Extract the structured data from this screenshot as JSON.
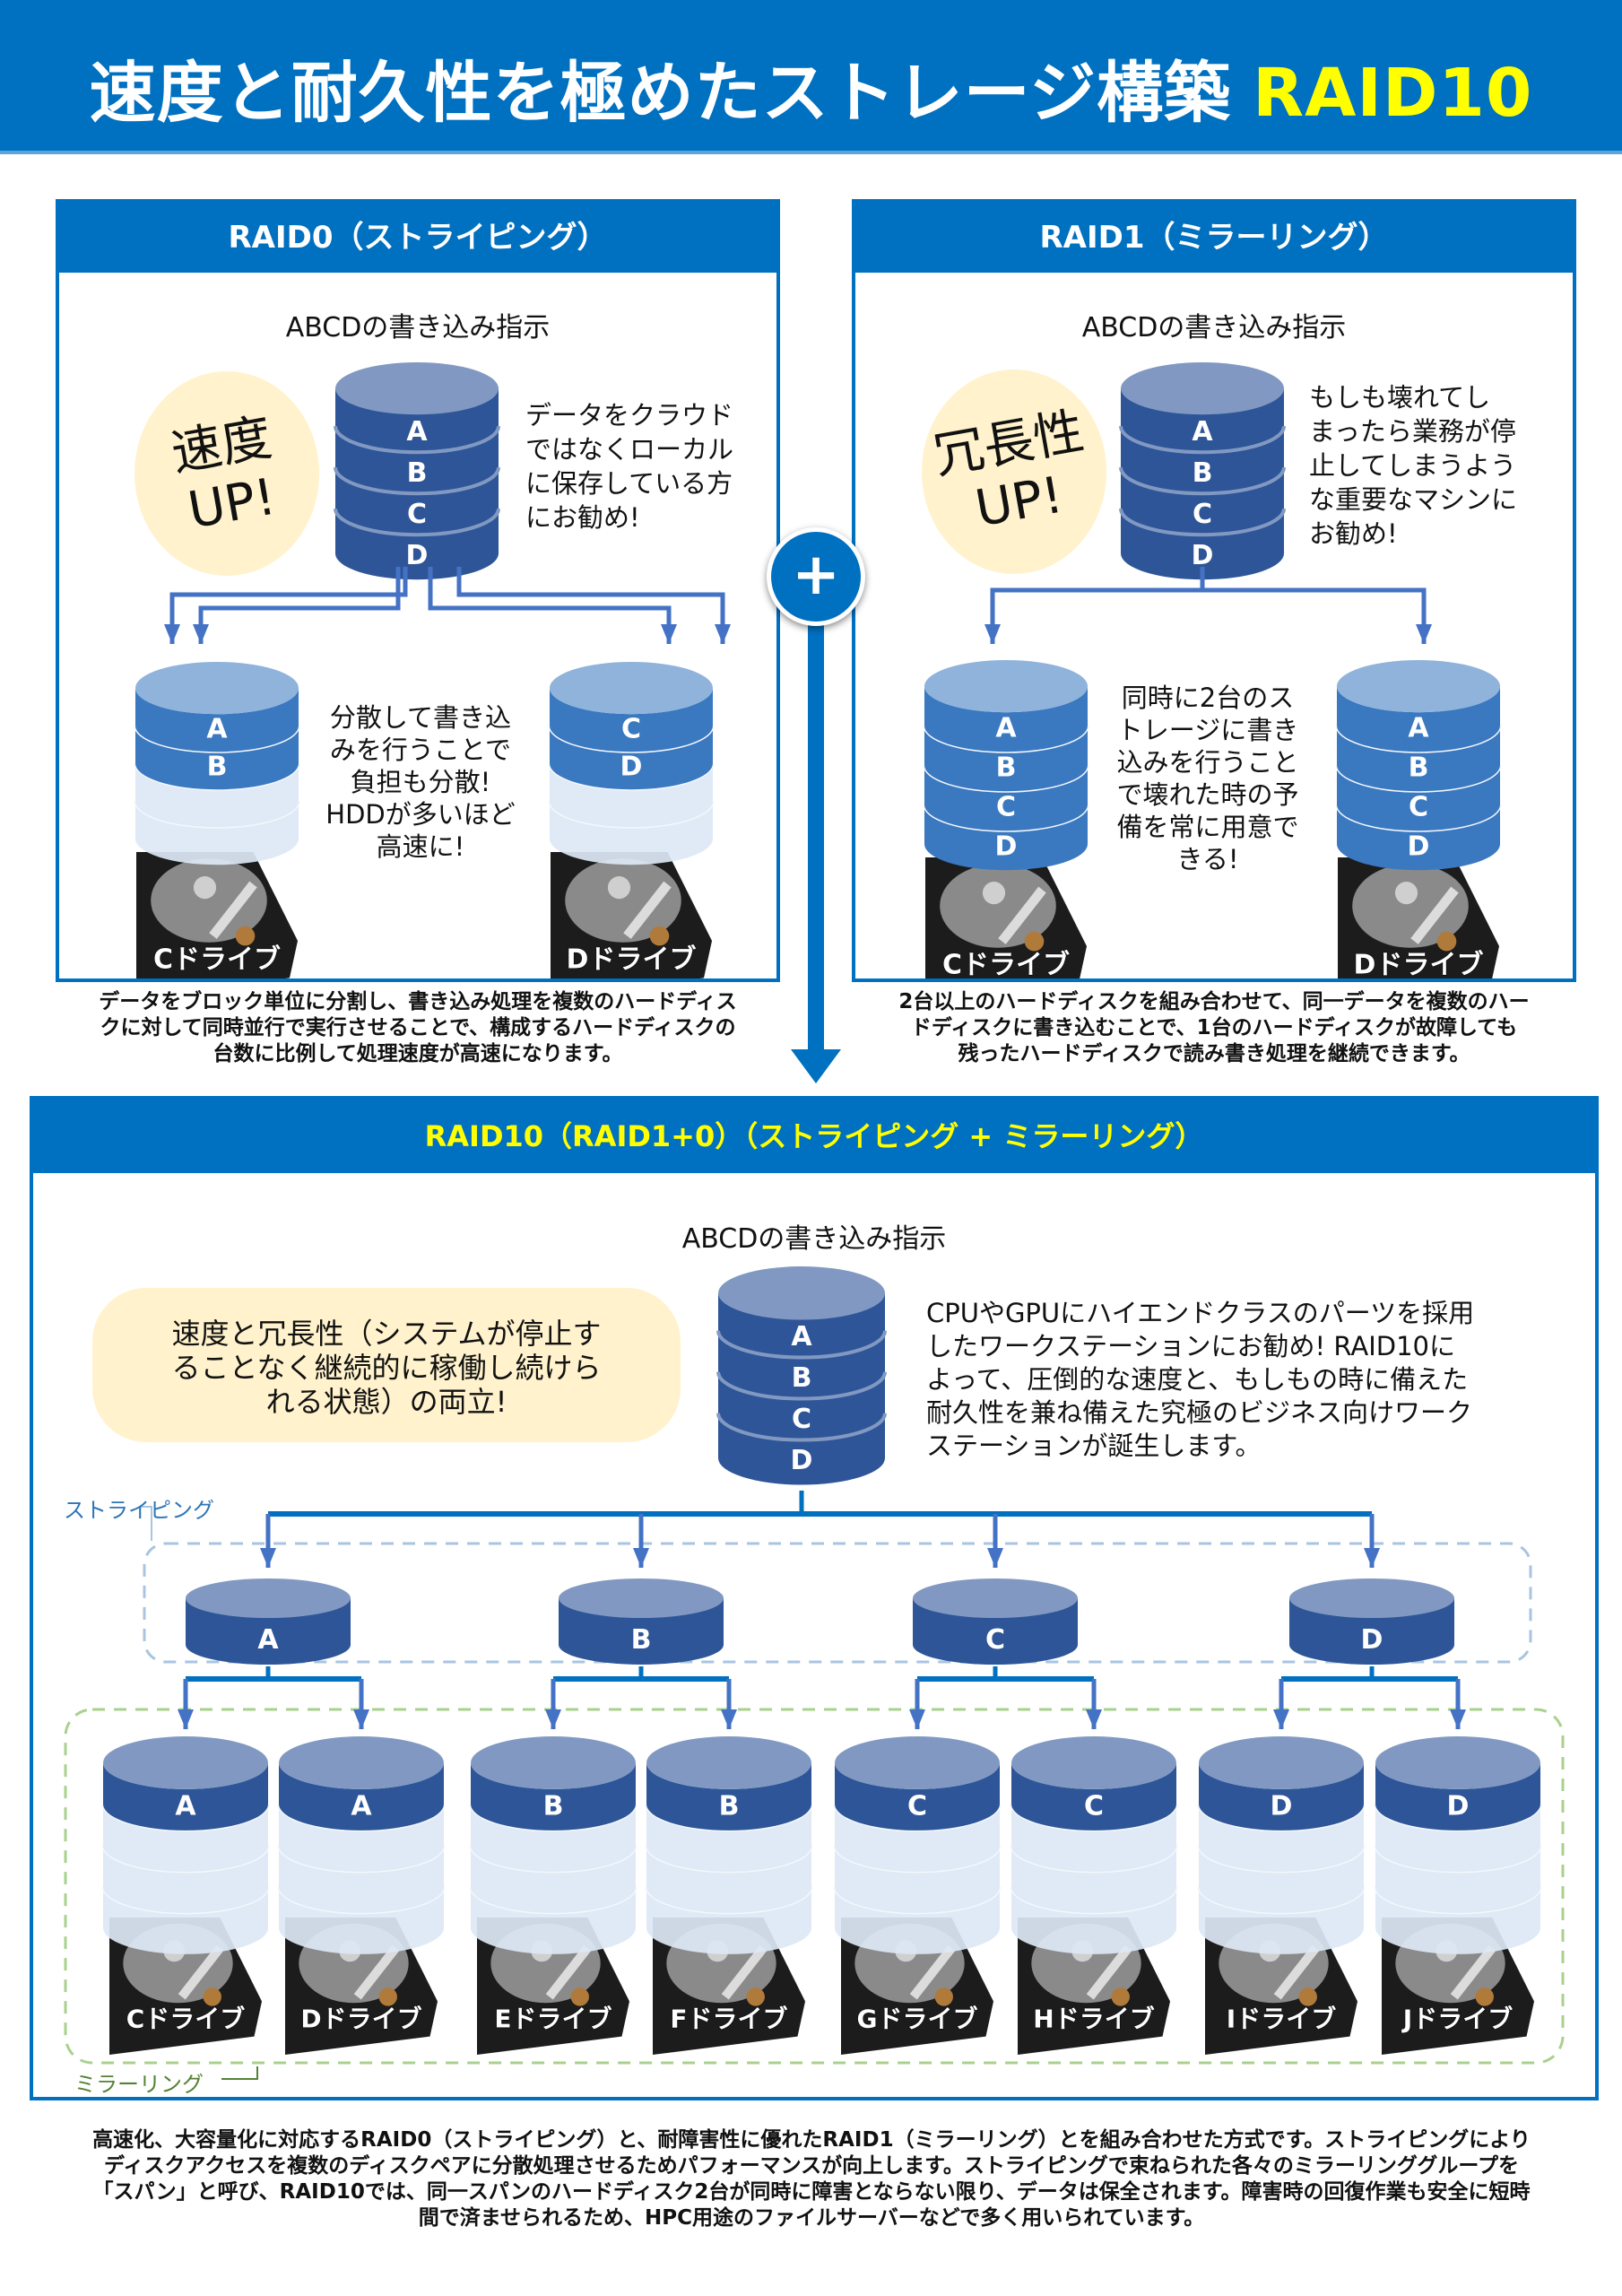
{
  "header": {
    "title": "速度と耐久性を極めたストレージ構築",
    "accent": "RAID10"
  },
  "colors": {
    "brand_blue": "#0070C0",
    "accent_yellow": "#FFFF00",
    "disk_dark": "#2E5597",
    "disk_top": "#8199C2",
    "disk_mid": "#3A78C0",
    "disk_light": "#DCE8F5",
    "bubble": "#FFF2CC",
    "stripe_group": "#A9C4E0",
    "mirror_group": "#A9D18E",
    "mirror_label": "#548235",
    "stripe_label": "#2E75B6"
  },
  "raid0": {
    "title": "RAID0（ストライピング）",
    "instruction": "ABCDの書き込み指示",
    "source_disk": [
      "A",
      "B",
      "C",
      "D"
    ],
    "bubble": [
      "速度",
      "UP!"
    ],
    "recommend": [
      "データをクラウド",
      "ではなくローカル",
      "に保存している方",
      "にお勧め!"
    ],
    "middle_text": [
      "分散して書き込",
      "みを行うことで",
      "負担も分散!",
      "HDDが多いほど",
      "高速に!"
    ],
    "drives": [
      {
        "label": "Cドライブ",
        "blocks": [
          "A",
          "B"
        ]
      },
      {
        "label": "Dドライブ",
        "blocks": [
          "C",
          "D"
        ]
      }
    ],
    "caption": [
      "データをブロック単位に分割し、書き込み処理を複数のハードディス",
      "クに対して同時並行で実行させることで、構成するハードディスクの",
      "台数に比例して処理速度が高速になります。"
    ]
  },
  "raid1": {
    "title": "RAID1（ミラーリング）",
    "instruction": "ABCDの書き込み指示",
    "source_disk": [
      "A",
      "B",
      "C",
      "D"
    ],
    "bubble": [
      "冗長性",
      "UP!"
    ],
    "recommend": [
      "もしも壊れてし",
      "まったら業務が停",
      "止してしまうよう",
      "な重要なマシンに",
      "お勧め!"
    ],
    "middle_text": [
      "同時に2台のス",
      "トレージに書き",
      "込みを行うこと",
      "で壊れた時の予",
      "備を常に用意で",
      "きる!"
    ],
    "drives": [
      {
        "label": "Cドライブ",
        "blocks": [
          "A",
          "B",
          "C",
          "D"
        ]
      },
      {
        "label": "Dドライブ",
        "blocks": [
          "A",
          "B",
          "C",
          "D"
        ]
      }
    ],
    "caption": [
      "2台以上のハードディスクを組み合わせて、同一データを複数のハー",
      "ドディスクに書き込むことで、1台のハードディスクが故障しても",
      "残ったハードディスクで読み書き処理を継続できます。"
    ]
  },
  "plus_symbol": "+",
  "raid10": {
    "title": "RAID10（RAID1+0）（ストライピング + ミラーリング）",
    "instruction": "ABCDの書き込み指示",
    "source_disk": [
      "A",
      "B",
      "C",
      "D"
    ],
    "pill": [
      "速度と冗長性（システムが停止す",
      "ることなく継続的に稼働し続けら",
      "れる状態）の両立!"
    ],
    "recommend": [
      "CPUやGPUにハイエンドクラスのパーツを採用",
      "したワークステーションにお勧め! RAID10に",
      "よって、圧倒的な速度と、もしもの時に備えた",
      "耐久性を兼ね備えた究極のビジネス向けワーク",
      "ステーションが誕生します。"
    ],
    "stripe_label": "ストライピング",
    "mirror_label": "ミラーリング",
    "stripes": [
      "A",
      "B",
      "C",
      "D"
    ],
    "drives": [
      {
        "label": "Cドライブ",
        "block": "A"
      },
      {
        "label": "Dドライブ",
        "block": "A"
      },
      {
        "label": "Eドライブ",
        "block": "B"
      },
      {
        "label": "Fドライブ",
        "block": "B"
      },
      {
        "label": "Gドライブ",
        "block": "C"
      },
      {
        "label": "Hドライブ",
        "block": "C"
      },
      {
        "label": "Iドライブ",
        "block": "D"
      },
      {
        "label": "Jドライブ",
        "block": "D"
      }
    ]
  },
  "footer": [
    "高速化、大容量化に対応するRAID0（ストライピング）と、耐障害性に優れたRAID1（ミラーリング）とを組み合わせた方式です。ストライピングにより",
    "ディスクアクセスを複数のディスクペアに分散処理させるためパフォーマンスが向上します。ストライピングで束ねられた各々のミラーリンググループを",
    "「スパン」と呼び、RAID10では、同一スパンのハードディスク2台が同時に障害とならない限り、データは保全されます。障害時の回復作業も安全に短時",
    "間で済ませられるため、HPC用途のファイルサーバーなどで多く用いられています。"
  ]
}
